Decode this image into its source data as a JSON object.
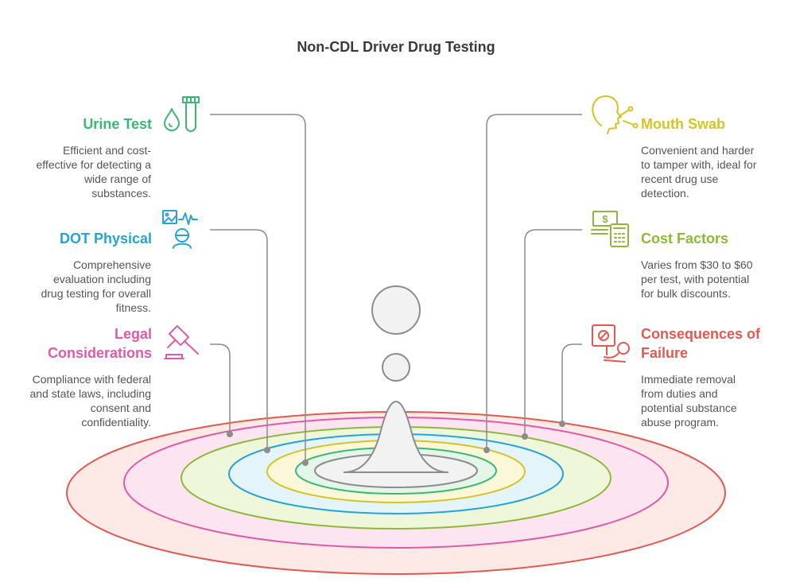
{
  "title": "Non-CDL Driver Drug Testing",
  "colors": {
    "urine": "#3db874",
    "dot": "#27a3d6",
    "legal": "#df5aa8",
    "mouth": "#d6c424",
    "cost": "#8fb83a",
    "consequences": "#e05a52"
  },
  "items": [
    {
      "title": "Urine Test",
      "description": "Efficient and cost-effective for detecting a wide range of substances.",
      "desc_lines": [
        "Efficient and cost-",
        "effective for detecting a",
        "wide range of",
        "substances."
      ],
      "icon": "urine-sample-icon"
    },
    {
      "title": "DOT Physical",
      "description": "Comprehensive evaluation including drug testing for overall fitness.",
      "desc_lines": [
        "Comprehensive",
        "evaluation including",
        "drug testing for overall",
        "fitness."
      ],
      "icon": "medical-exam-icon"
    },
    {
      "title": "Legal Considerations",
      "title_lines": [
        "Legal",
        "Considerations"
      ],
      "description": "Compliance with federal and state laws, including consent and confidentiality.",
      "desc_lines": [
        "Compliance with federal",
        "and state laws, including",
        "consent and",
        "confidentiality."
      ],
      "icon": "gavel-icon"
    },
    {
      "title": "Mouth Swab",
      "description": "Convenient and harder to tamper with, ideal for recent drug use detection.",
      "desc_lines": [
        "Convenient and harder",
        "to tamper with, ideal for",
        "recent drug use",
        "detection."
      ],
      "icon": "mouth-swab-icon"
    },
    {
      "title": "Cost Factors",
      "description": "Varies from $30 to $60 per test, with potential for bulk discounts.",
      "desc_lines": [
        "Varies from $30 to $60",
        "per test, with potential",
        "for bulk discounts."
      ],
      "icon": "money-calculator-icon"
    },
    {
      "title": "Consequences of Failure",
      "title_lines": [
        "Consequences of",
        "Failure"
      ],
      "description": "Immediate removal from duties and potential substance abuse program.",
      "desc_lines": [
        "Immediate removal",
        "from duties and",
        "potential substance",
        "abuse program."
      ],
      "icon": "warning-sign-icon"
    }
  ]
}
